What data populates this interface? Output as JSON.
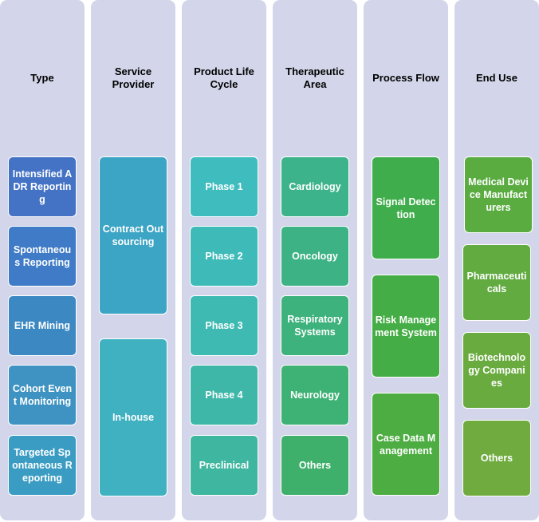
{
  "columns": [
    {
      "title": "Type",
      "items": [
        {
          "label": "Intensified ADR Reporting",
          "color": "#4472c4"
        },
        {
          "label": "Spontaneous Reporting",
          "color": "#3f7bc6"
        },
        {
          "label": "EHR Mining",
          "color": "#3c88c3"
        },
        {
          "label": "Cohort Event Monitoring",
          "color": "#3f93c2"
        },
        {
          "label": "Targeted Spontaneous Reporting",
          "color": "#3a9cc3"
        }
      ]
    },
    {
      "title": "Service Provider",
      "items": [
        {
          "label": "Contract Outsourcing",
          "color": "#3ca4c4"
        },
        {
          "label": "In-house",
          "color": "#3fb1c1"
        }
      ]
    },
    {
      "title": "Product Life Cycle",
      "items": [
        {
          "label": "Phase 1",
          "color": "#3ebcbe"
        },
        {
          "label": "Phase 2",
          "color": "#3ebbb8"
        },
        {
          "label": "Phase 3",
          "color": "#3ebab2"
        },
        {
          "label": "Phase 4",
          "color": "#3eb7a9"
        },
        {
          "label": "Preclinical",
          "color": "#3fb69f"
        }
      ]
    },
    {
      "title": "Therapeutic Area",
      "items": [
        {
          "label": "Cardiology",
          "color": "#3db38c"
        },
        {
          "label": "Oncology",
          "color": "#3db385"
        },
        {
          "label": "Respiratory Systems",
          "color": "#3db27c"
        },
        {
          "label": "Neurology",
          "color": "#3eb174"
        },
        {
          "label": "Others",
          "color": "#3fb06c"
        }
      ]
    },
    {
      "title": "Process Flow",
      "items": [
        {
          "label": "Signal Detection",
          "color": "#40ad4c"
        },
        {
          "label": "Risk Management System",
          "color": "#45ad45"
        },
        {
          "label": "Case Data Management",
          "color": "#4dad42"
        }
      ]
    },
    {
      "title": "End Use",
      "items": [
        {
          "label": "Medical Device Manufacturers",
          "color": "#5aac41"
        },
        {
          "label": "Pharmaceuticals",
          "color": "#62ab41"
        },
        {
          "label": "Biotechnology Companies",
          "color": "#6aab40"
        },
        {
          "label": "Others",
          "color": "#70ab40"
        }
      ]
    }
  ]
}
